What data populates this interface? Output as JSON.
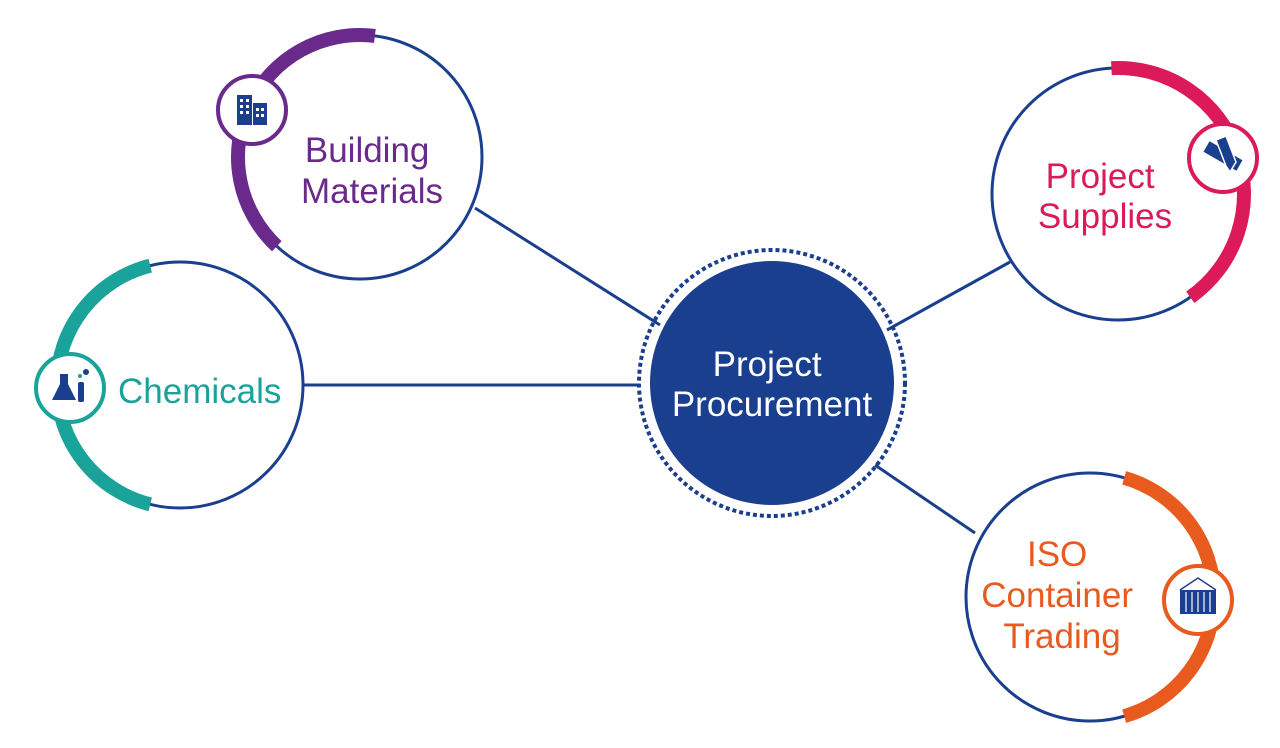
{
  "colors": {
    "navy": "#1b3f8f",
    "purple": "#6a2a8c",
    "teal": "#1aa39a",
    "pink": "#dc1a5a",
    "orange": "#e95a1e"
  },
  "center": {
    "line1": "Project",
    "line2": "Procurement"
  },
  "nodes": {
    "building": {
      "line1": "Building",
      "line2": "Materials",
      "icon": "buildings-icon"
    },
    "chemicals": {
      "line1": "Chemicals",
      "icon": "lab-flask-icon"
    },
    "supplies": {
      "line1": "Project",
      "line2": "Supplies",
      "icon": "pencil-ruler-icon"
    },
    "iso": {
      "line1": "ISO",
      "line2": "Container",
      "line3": "Trading",
      "icon": "shipping-container-icon"
    }
  }
}
